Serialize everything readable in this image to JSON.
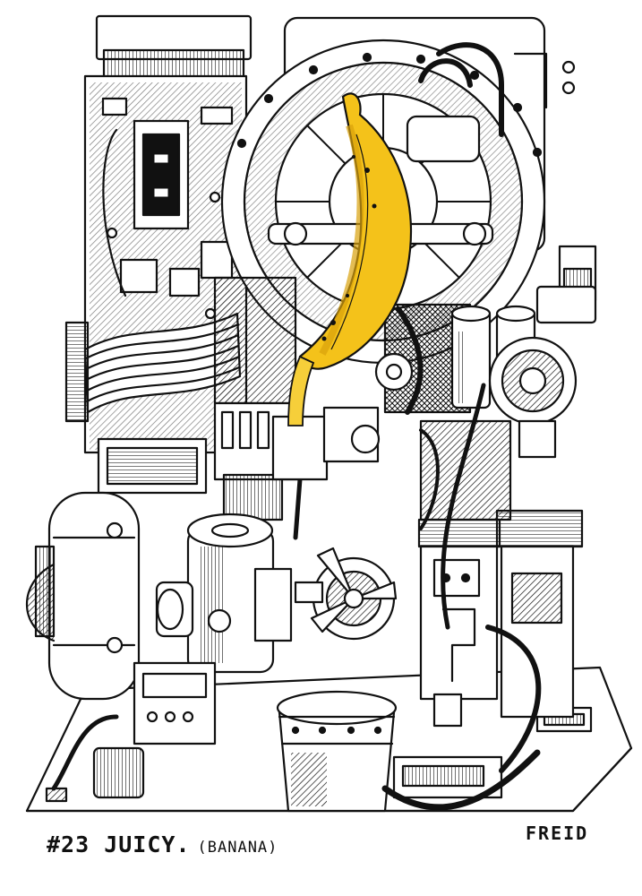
{
  "caption": {
    "title": "#23 JUICY.",
    "subtitle": "(BANANA)"
  },
  "signature": "FREID",
  "colors": {
    "ink": "#111111",
    "paper": "#ffffff",
    "banana": "#f4c21a",
    "banana_shade": "#d9a10c",
    "juice": "#f6cf3a"
  }
}
